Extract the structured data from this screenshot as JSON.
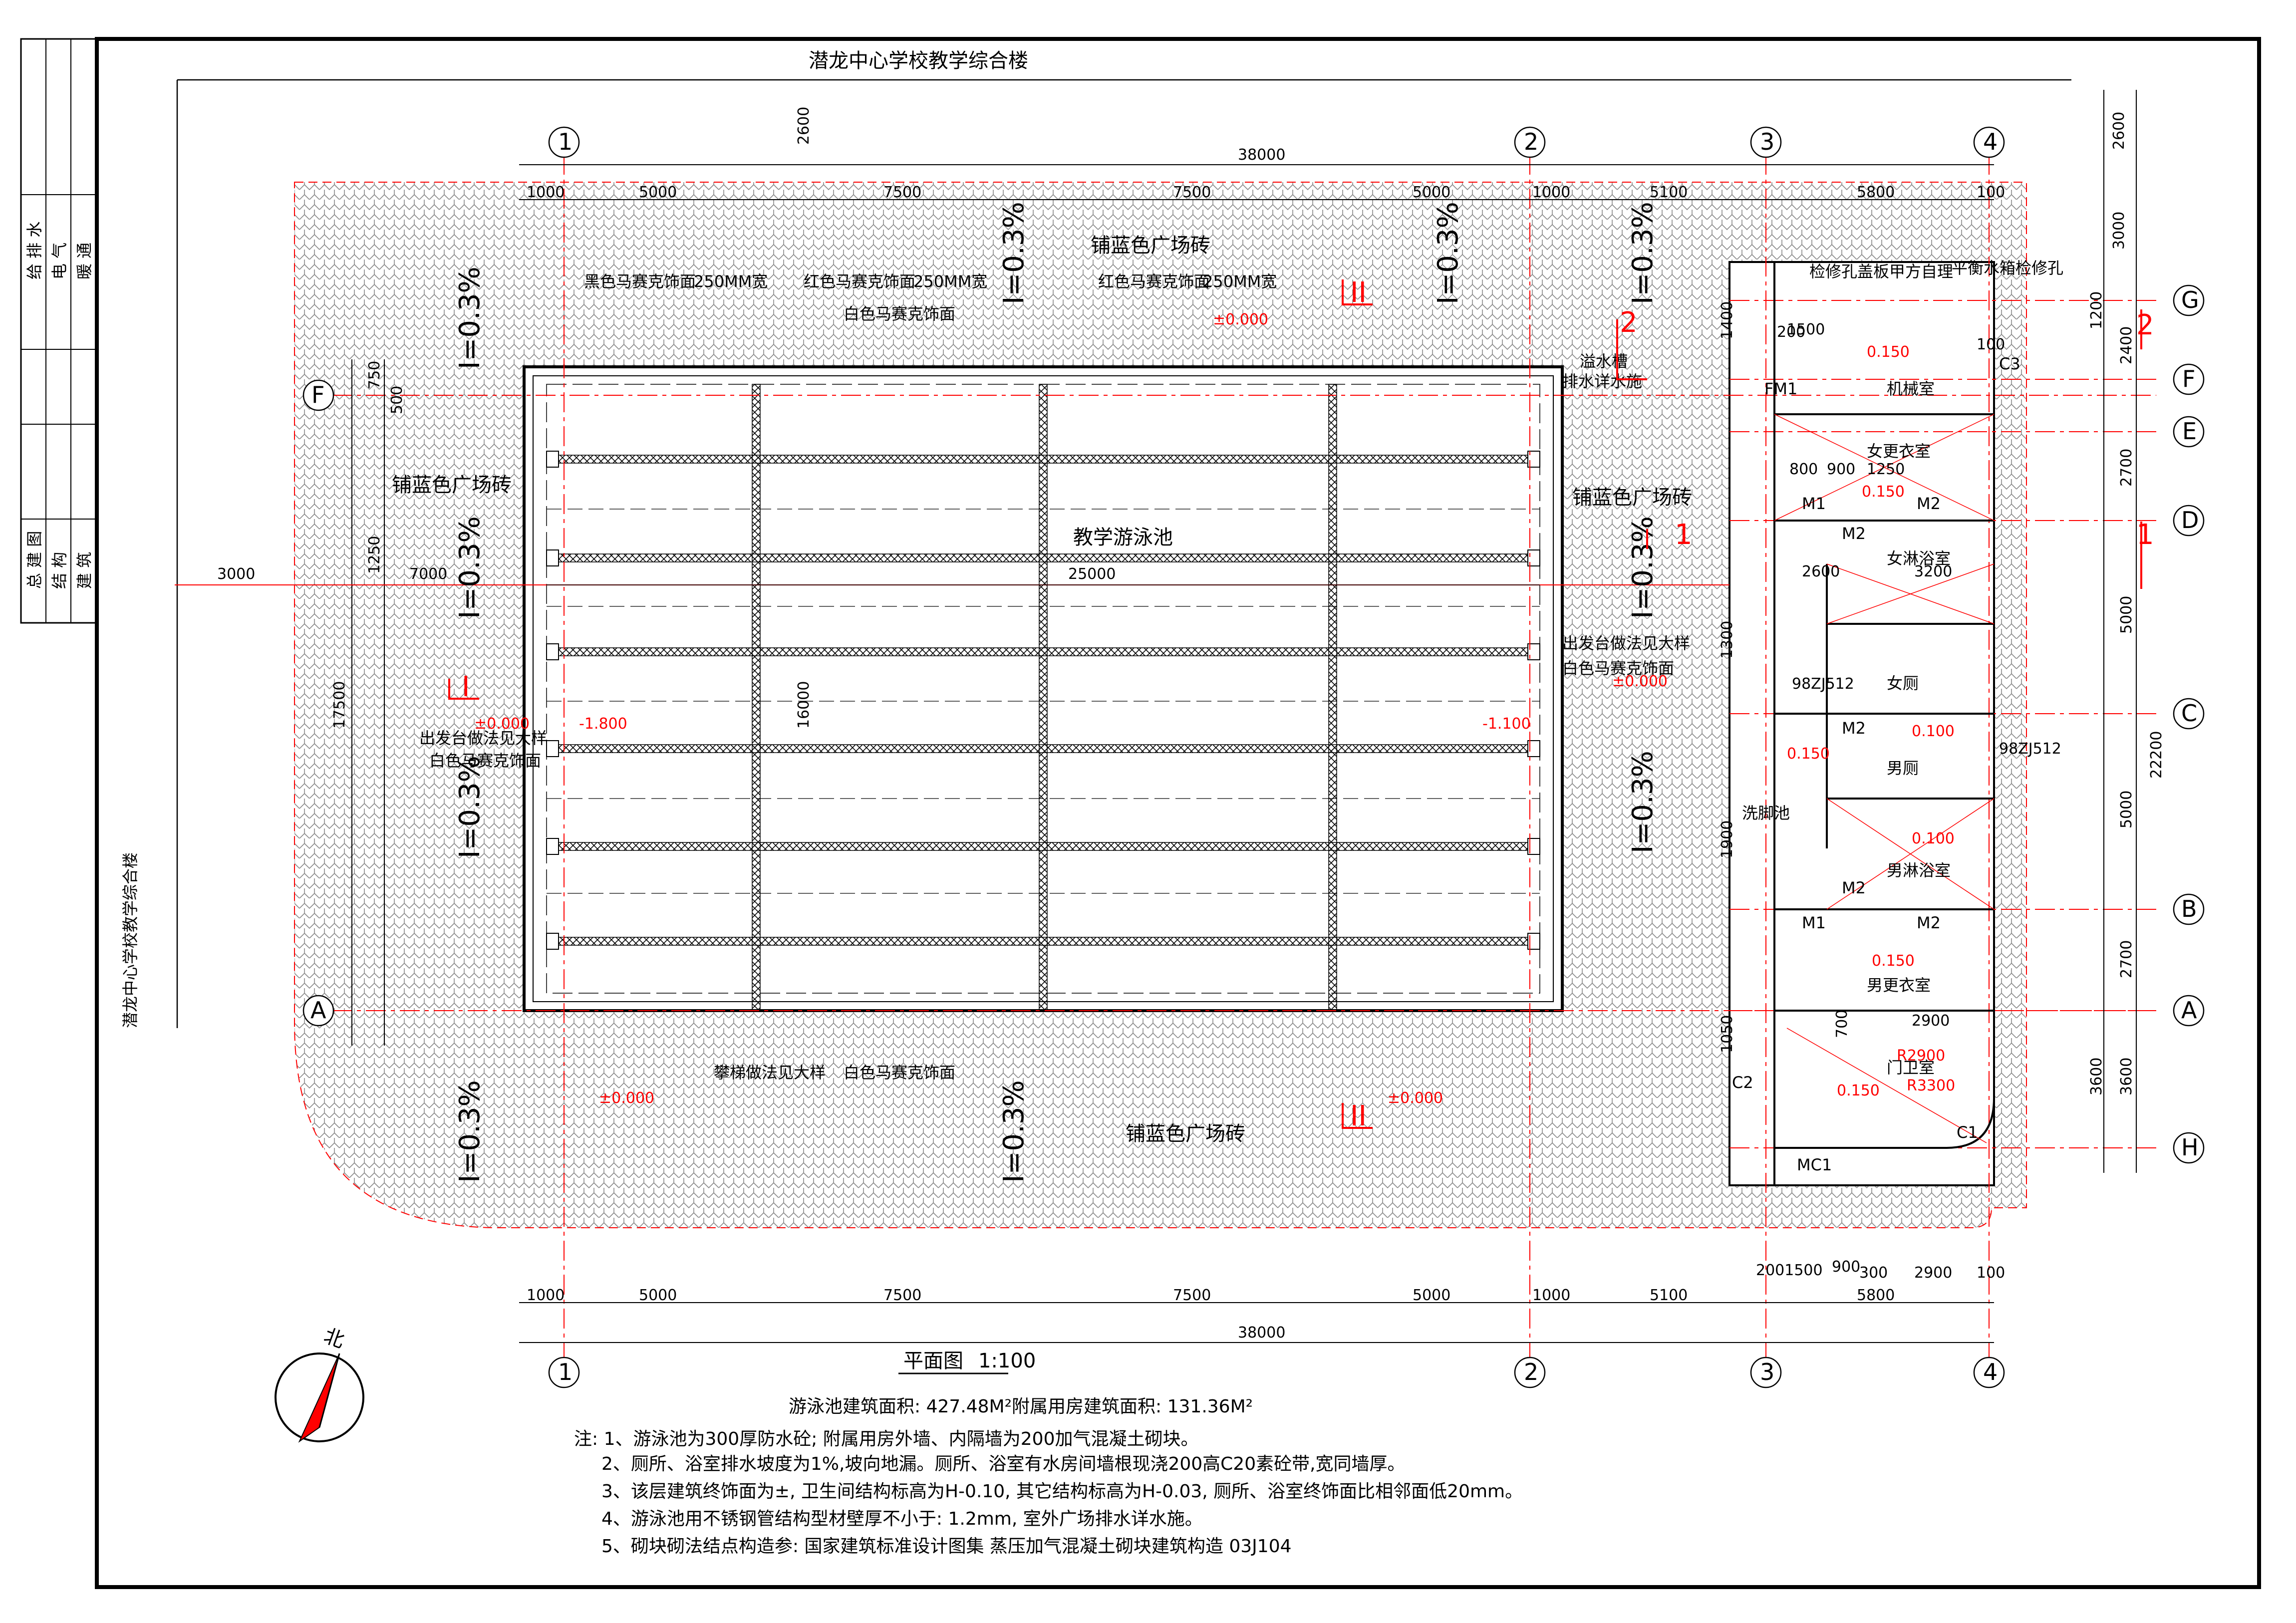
{
  "title_top": "潜龙中心学校教学综合楼",
  "title_side": "潜龙中心学校教学综合楼",
  "title_block": {
    "row1": "给 排 水",
    "row2": "电 气",
    "row3": "暖 通",
    "row4": "总 建 图",
    "row5": "结 构",
    "row6": "建 筑"
  },
  "axes": {
    "a1": "1",
    "a2": "2",
    "a3": "3",
    "a4": "4",
    "ra": "A",
    "rb": "B",
    "rc": "C",
    "rd": "D",
    "re": "E",
    "rf": "F",
    "rg": "G",
    "rh": "H"
  },
  "dims_top": {
    "total": "38000",
    "d1": "1000",
    "d2": "5000",
    "d3": "7500",
    "d4": "7500",
    "d5": "5000",
    "d6": "1000",
    "d7": "5100",
    "d8": "5800",
    "d9": "100",
    "v2600": "2600"
  },
  "dims_bottom": {
    "total": "38000",
    "d1": "1000",
    "d2": "5000",
    "d3": "7500",
    "d4": "7500",
    "d5": "5000",
    "d6": "1000",
    "d7": "5100",
    "d8": "5800",
    "b1": "2001500",
    "b2": "900",
    "b3": "300",
    "b4": "2900",
    "b5": "100"
  },
  "dims_left": {
    "total": "17500",
    "d750a": "750",
    "d500a": "500",
    "d1250": "1250",
    "d3000": "3000",
    "d7000": "7000"
  },
  "dims_right": {
    "d2600": "2600",
    "d3000": "3000",
    "d22200": "22200",
    "d5000a": "5000",
    "d5000b": "5000",
    "d2700a": "2700",
    "d2700b": "2700",
    "d3600a": "3600",
    "d3600b": "3600",
    "d2400": "2400",
    "d1200": "1200"
  },
  "pool": {
    "name": "教学游泳池",
    "width": "25000",
    "height": "16000"
  },
  "labels": {
    "blue_tile_top": "铺蓝色广场砖",
    "blue_tile_left": "铺蓝色广场砖",
    "blue_tile_right": "铺蓝色广场砖",
    "blue_tile_bottom": "铺蓝色广场砖",
    "black_mosaic": "黑色马赛克饰面",
    "red_mosaic1": "红色马赛克饰面",
    "red_mosaic2": "红色马赛克饰面",
    "white_mosaic_top": "白色马赛克饰面",
    "white_mosaic_bottom": "白色马赛克饰面",
    "white_mosaic_left": "白色马赛克饰面",
    "white_mosaic_right": "白色马赛克饰面",
    "w250a": "250MM宽",
    "w250b": "250MM宽",
    "w250c": "250MM宽",
    "platform_left": "出发台做法见大样",
    "platform_right": "出发台做法见大样",
    "ladder": "攀梯做法见大样",
    "overflow": "溢水槽",
    "overflow2": "排水详水施",
    "hatch": "检修孔盖板甲方自理",
    "hatch2": "平衡水箱检修孔"
  },
  "elevations": {
    "e1": "±0.000",
    "e2": "±0.000",
    "e3": "±0.000",
    "e4": "-1.800",
    "e5": "-1.100",
    "e6": "±0.000",
    "e7": "±0.000"
  },
  "slopes": {
    "s1": "I=0.3%",
    "s2": "I=0.3%",
    "s3": "I=0.3%",
    "s4": "I=0.3%",
    "s5": "I=0.3%",
    "s6": "I=0.3%",
    "s7": "I=0.3%",
    "s8": "I=0.3%",
    "s9": "I=0.3%",
    "s10": "I=0.3%"
  },
  "rooms": {
    "machine": "机械室",
    "women_change": "女更衣室",
    "women_shower": "女淋浴室",
    "women_wc": "女厕",
    "men_wc": "男厕",
    "men_shower": "男淋浴室",
    "men_change": "男更衣室",
    "guard": "门卫室",
    "foot_pool": "洗脚池"
  },
  "room_elev": {
    "r1": "0.150",
    "r2": "0.150",
    "r3": "0.100",
    "r4": "0.150",
    "r5": "0.100",
    "r6": "0.150",
    "r7": "0.150"
  },
  "doors": {
    "fm1": "FM1",
    "m1a": "M1",
    "m2a": "M2",
    "m2b": "M2",
    "m2c": "M2",
    "m2d": "M2",
    "m1b": "M1",
    "m2e": "M2",
    "mc1": "MC1",
    "c1": "C1",
    "c2": "C2",
    "c3": "C3"
  },
  "annex_dims": {
    "a1500": "1500",
    "a800": "800",
    "a900": "900",
    "a1250": "1250",
    "a2600": "2600",
    "a3200": "3200",
    "a2900": "2900",
    "r2900": "R2900",
    "r3300": "R3300",
    "a1400": "1400",
    "a1300": "1300",
    "a1900": "1900",
    "a1050": "1050",
    "a700": "700",
    "a200": "200",
    "a100": "100",
    "ref1": "98ZJ512",
    "ref2": "98ZJ512"
  },
  "sections": {
    "s1": "I",
    "s2": "I",
    "s3": "II",
    "s4": "II",
    "s5": "1",
    "s6": "1",
    "s7": "2",
    "s8": "2"
  },
  "plan_title": "平面图",
  "plan_scale": "1:100",
  "area_line": "游泳池建筑面积: 427.48M²附属用房建筑面积: 131.36M²",
  "north": "北",
  "notes": [
    "注: 1、游泳池为300厚防水砼; 附属用房外墙、内隔墙为200加气混凝土砌块。",
    "2、厕所、浴室排水坡度为1%,坡向地漏。厕所、浴室有水房间墙根现浇200高C20素砼带,宽同墙厚。",
    "3、该层建筑终饰面为±, 卫生间结构标高为H-0.10, 其它结构标高为H-0.03, 厕所、浴室终饰面比相邻面低20mm。",
    "4、游泳池用不锈钢管结构型材壁厚不小于: 1.2mm, 室外广场排水详水施。",
    "5、砌块砌法结点构造参: 国家建筑标准设计图集  蒸压加气混凝土砌块建筑构造  03J104"
  ]
}
